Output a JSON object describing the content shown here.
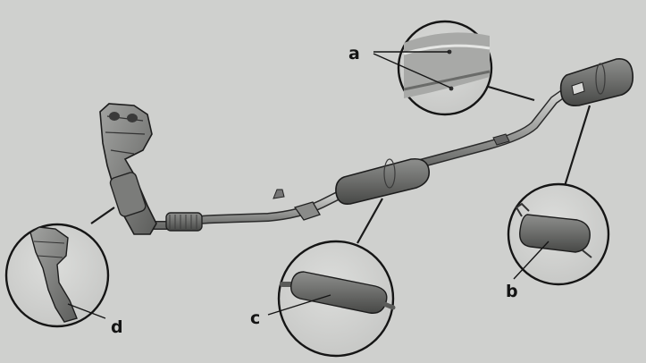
{
  "callouts": {
    "a": "a",
    "b": "b",
    "c": "c",
    "d": "d"
  },
  "palette": {
    "background": "#cfd0ce",
    "metal_light": "#b9bab8",
    "metal_mid": "#8f908e",
    "metal_dark": "#555654",
    "outline": "#1d1d1d"
  }
}
